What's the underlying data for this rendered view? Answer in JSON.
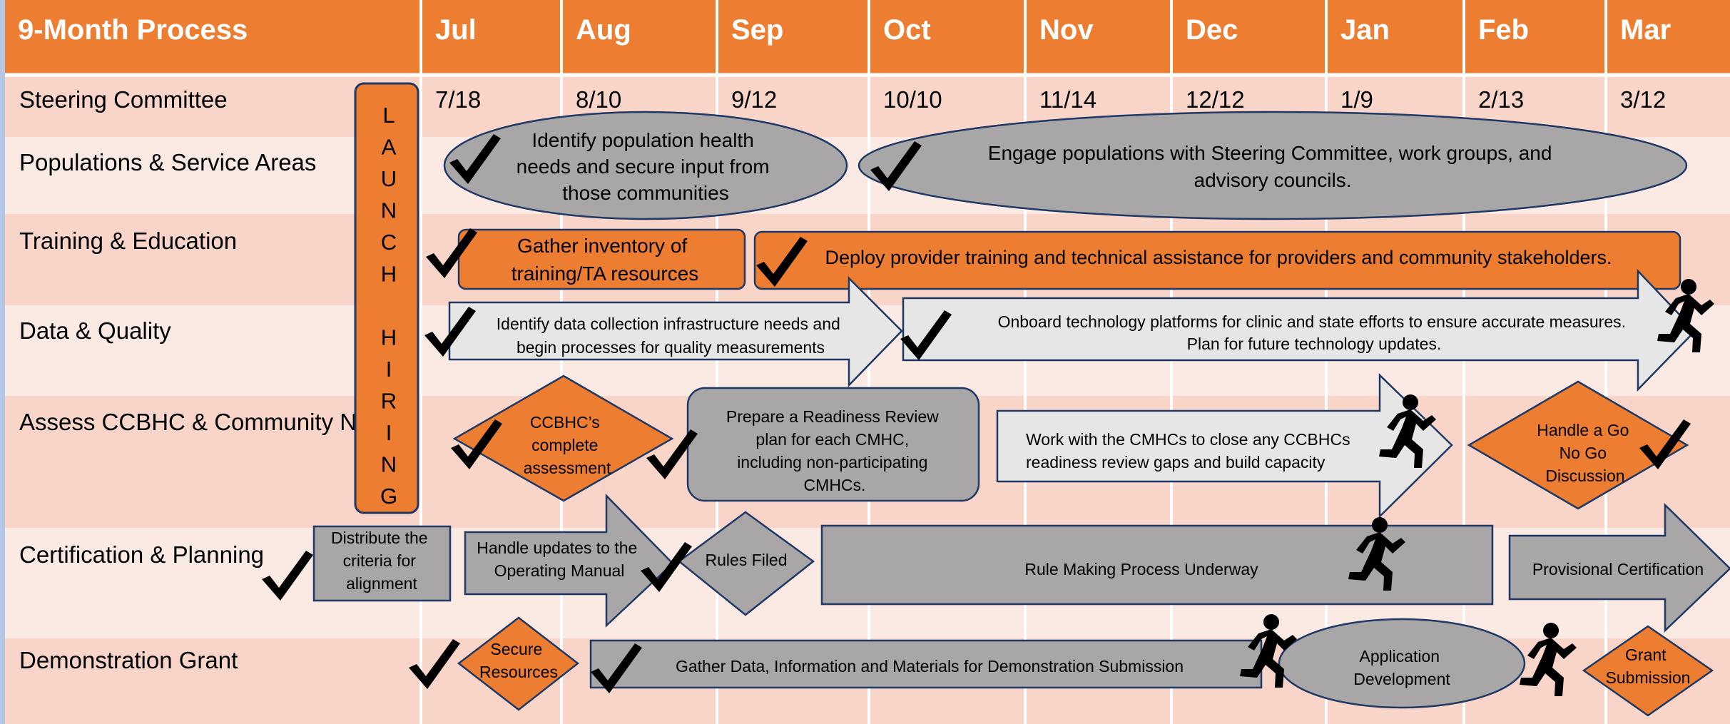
{
  "colors": {
    "header": "#ED7D31",
    "row_dark": "#F8D5C8",
    "row_light": "#FBE9E4",
    "orange": "#ED7D31",
    "gray": "#A8A6A6",
    "light_gray": "#E7E6E6",
    "outline": "#1F3864"
  },
  "header": {
    "title": "9-Month Process",
    "months": [
      "Jul",
      "Aug",
      "Sep",
      "Oct",
      "Nov",
      "Dec",
      "Jan",
      "Feb",
      "Mar"
    ]
  },
  "rows": [
    "Steering Committee",
    "Populations & Service Areas",
    "Training & Education",
    "Data & Quality",
    "Assess CCBHC & Community  N",
    "Certification & Planning",
    "Demonstration Grant"
  ],
  "steering_dates": [
    "7/18",
    "8/10",
    "9/12",
    "10/10",
    "11/14",
    "12/12",
    "1/9",
    "2/13",
    "3/12"
  ],
  "launch": {
    "letters": [
      "L",
      "A",
      "U",
      "N",
      "C",
      "H",
      "",
      "H",
      "I",
      "R",
      "I",
      "N",
      "G"
    ]
  },
  "items": {
    "pop_identify": "Identify population health needs and secure input from those communities",
    "pop_engage": "Engage populations with Steering Committee, work groups, and advisory councils.",
    "train_inventory": "Gather inventory of training/TA resources",
    "train_deploy": "Deploy provider training and technical assistance for providers and community stakeholders.",
    "data_identify": "Identify data collection infrastructure needs and begin processes for quality measurements",
    "data_onboard": "Onboard technology platforms for clinic and state efforts to ensure accurate measures. Plan for future technology updates.",
    "assess_complete": "CCBHC’s complete assessment",
    "assess_readiness": "Prepare a Readiness Review plan for each CMHC, including non-participating CMHCs.",
    "assess_work": "Work with the CMHCs to close any CCBHCs readiness review gaps and build capacity",
    "assess_gonogo": "Handle a Go No Go Discussion",
    "cert_distribute": "Distribute the criteria for alignment",
    "cert_updates": "Handle updates to the Operating Manual",
    "cert_rules": "Rules Filed",
    "cert_rulemaking": "Rule Making Process Underway",
    "cert_provisional": "Provisional Certification",
    "grant_secure": "Secure Resources",
    "grant_gather": "Gather Data, Information and Materials for Demonstration Submission",
    "grant_application": "Application Development",
    "grant_submission": "Grant Submission"
  },
  "icons": {
    "check": "checkmark-icon",
    "runner": "running-person-icon"
  }
}
